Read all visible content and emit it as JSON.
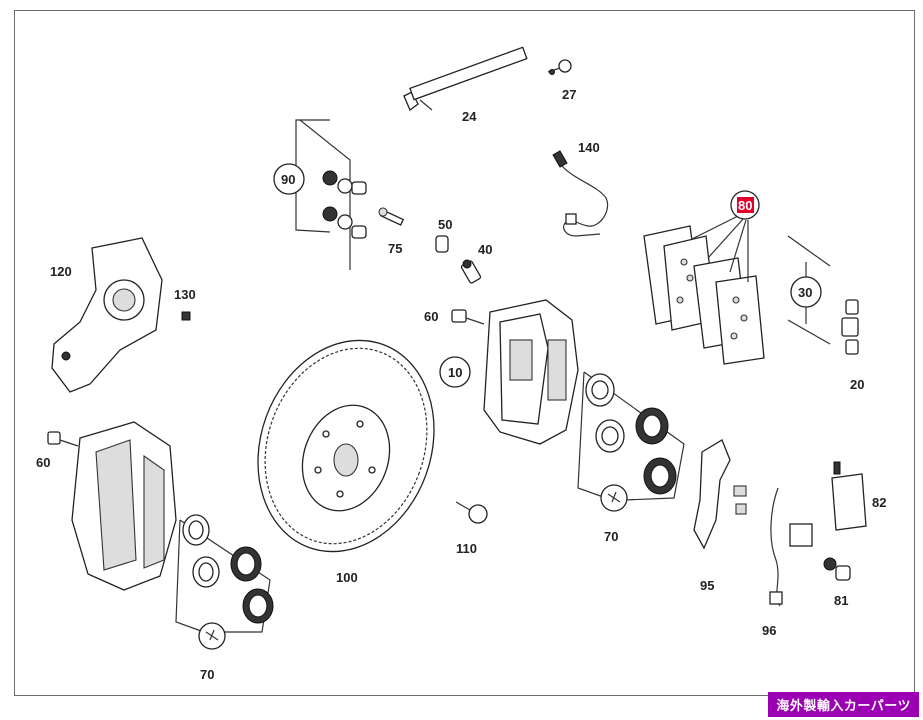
{
  "diagram": {
    "callouts": {
      "c24": "24",
      "c27": "27",
      "c140": "140",
      "c90": "90",
      "c75": "75",
      "c50": "50",
      "c40": "40",
      "c80": "80",
      "c30": "30",
      "c120": "120",
      "c130": "130",
      "c60a": "60",
      "c10": "10",
      "c20": "20",
      "c60b": "60",
      "c100": "100",
      "c110": "110",
      "c70a": "70",
      "c70b": "70",
      "c95": "95",
      "c96": "96",
      "c82": "82",
      "c81": "81"
    },
    "highlight_color": "#e0002a"
  },
  "watermark": {
    "text": "海外製輸入カーパーツ",
    "color": "#9b00b5"
  }
}
